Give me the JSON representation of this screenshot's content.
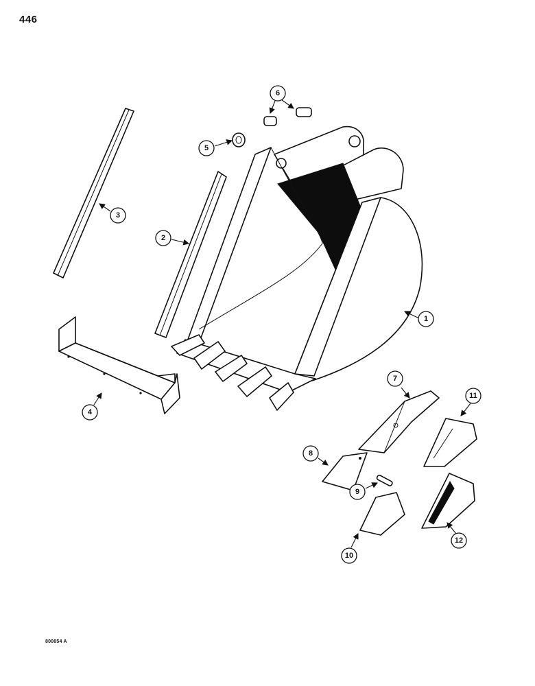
{
  "page_number": "446",
  "figure_code": "800854 A",
  "callouts": [
    {
      "id": "c1",
      "label": "1"
    },
    {
      "id": "c2",
      "label": "2"
    },
    {
      "id": "c3",
      "label": "3"
    },
    {
      "id": "c4",
      "label": "4"
    },
    {
      "id": "c5",
      "label": "5"
    },
    {
      "id": "c6",
      "label": "6"
    },
    {
      "id": "c7",
      "label": "7"
    },
    {
      "id": "c8",
      "label": "8"
    },
    {
      "id": "c9",
      "label": "9"
    },
    {
      "id": "c10",
      "label": "10"
    },
    {
      "id": "c11",
      "label": "11"
    },
    {
      "id": "c12",
      "label": "12"
    }
  ]
}
